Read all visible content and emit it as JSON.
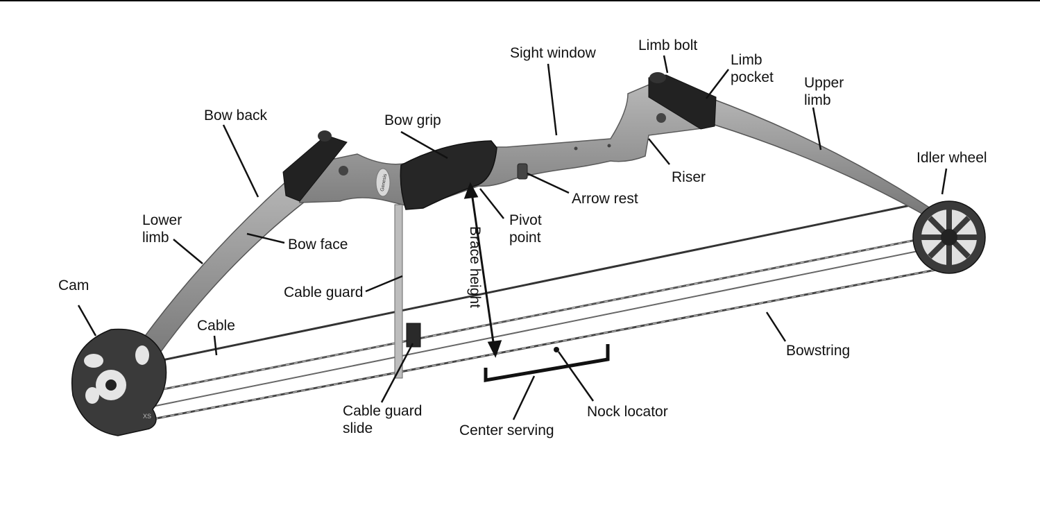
{
  "diagram": {
    "labels": {
      "sight_window": "Sight window",
      "limb_bolt": "Limb bolt",
      "limb_pocket_1": "Limb",
      "limb_pocket_2": "pocket",
      "upper_limb_1": "Upper",
      "upper_limb_2": "limb",
      "bow_back": "Bow back",
      "bow_grip": "Bow grip",
      "riser": "Riser",
      "idler_wheel": "Idler wheel",
      "arrow_rest": "Arrow rest",
      "pivot_point_1": "Pivot",
      "pivot_point_2": "point",
      "lower_limb_1": "Lower",
      "lower_limb_2": "limb",
      "bow_face": "Bow face",
      "brace_height": "Brace height",
      "cam": "Cam",
      "cable_guard": "Cable guard",
      "cable": "Cable",
      "bowstring": "Bowstring",
      "cable_guard_slide_1": "Cable guard",
      "cable_guard_slide_2": "slide",
      "nock_locator": "Nock locator",
      "center_serving": "Center serving"
    },
    "grip_logo": "Genesis",
    "cam_marking": "XS",
    "colors": {
      "limb": "#8f8f8f",
      "riser": "#9c9c9c",
      "dark": "#2a2a2a",
      "line": "#111111"
    }
  }
}
